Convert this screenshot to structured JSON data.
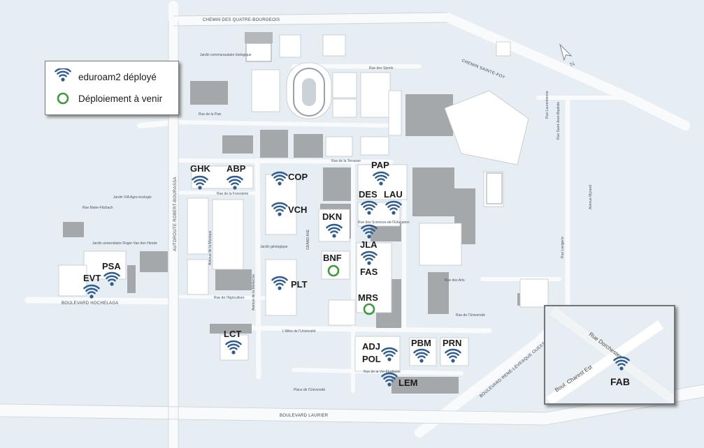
{
  "legend": {
    "items": [
      {
        "icon": "wifi-icon",
        "label": "eduroam2 déployé"
      },
      {
        "icon": "planned-circle-icon",
        "label": "Déploiement à venir"
      }
    ]
  },
  "colors": {
    "wifi": "#2e5c91",
    "planned": "#3f9a3a",
    "building": "#a5a8aa",
    "road": "#f8fafb",
    "water": "#e6eef3"
  },
  "streets": {
    "quatre_bourgeois": "CHEMIN DES QUATRE-BOURGEOIS",
    "sainte_foy": "CHEMIN SAINTE-FOY",
    "hochelaga": "BOULEVARD HOCHELAGA",
    "laurier": "BOULEVARD LAURIER",
    "rene_levesque": "BOULEVARD RENÉ-LÉVESQUE OUEST",
    "robert_bourassa": "AUTOROUTE ROBERT-BOURASSA",
    "sports": "Rue des Sports",
    "paix": "Rue de la Paix",
    "terrasse": "Rue de la Terrasse",
    "foresterie": "Rue de la Foresterie",
    "marie_fitzbach": "Rue Marie-Fitzbach",
    "sciences_education": "Rue des Sciences-de-l'Éducation",
    "arts": "Rue des Arts",
    "agriculture": "Rue de l'Agriculture",
    "universite": "Rue de l'Université",
    "allee_universite": "L'Allée de l'Université",
    "vie_etudiante": "Rue de la Vie-Étudiante",
    "place_universite": "Place de l'Université",
    "grand_axe": "GRAND AXE",
    "jardin_communautaire": "Jardin communautaire biologique",
    "jardin_via": "Jardin VIA Agro-écologie",
    "jardin_vandenhende": "Jardin universitaire Roger-Van den Hende",
    "jardin_geologique": "Jardin géologique",
    "avenue_medecine": "Avenue de la Médecine",
    "avenue_musique": "Avenue de la Musique",
    "rue_laurentienne": "Rue Laurentienne",
    "avenue_myrand": "Avenue Myrand",
    "rue_saint_jean_baptiste": "Rue Saint-Jean-Baptiste",
    "rue_lavigerie": "Rue Lavigerie"
  },
  "buildings": [
    {
      "code": "GHK",
      "status": "deployed"
    },
    {
      "code": "ABP",
      "status": "deployed"
    },
    {
      "code": "COP",
      "status": "deployed"
    },
    {
      "code": "VCH",
      "status": "deployed"
    },
    {
      "code": "PAP",
      "status": "deployed"
    },
    {
      "code": "DES",
      "status": "deployed"
    },
    {
      "code": "LAU",
      "status": "deployed"
    },
    {
      "code": "DKN",
      "status": "deployed"
    },
    {
      "code": "JLA",
      "status": "deployed"
    },
    {
      "code": "BNF",
      "status": "planned"
    },
    {
      "code": "FAS",
      "status": "deployed"
    },
    {
      "code": "PSA",
      "status": "deployed"
    },
    {
      "code": "EVT",
      "status": "deployed"
    },
    {
      "code": "PLT",
      "status": "deployed"
    },
    {
      "code": "MRS",
      "status": "planned"
    },
    {
      "code": "LCT",
      "status": "deployed"
    },
    {
      "code": "ADJ",
      "status": "deployed"
    },
    {
      "code": "POL",
      "status": "deployed"
    },
    {
      "code": "PBM",
      "status": "deployed"
    },
    {
      "code": "PRN",
      "status": "deployed"
    },
    {
      "code": "LEM",
      "status": "deployed"
    }
  ],
  "inset": {
    "streets": {
      "dorchester": "Rue Dorchester",
      "charest": "Boul. Charest Est"
    },
    "building": {
      "code": "FAB",
      "status": "deployed"
    }
  }
}
